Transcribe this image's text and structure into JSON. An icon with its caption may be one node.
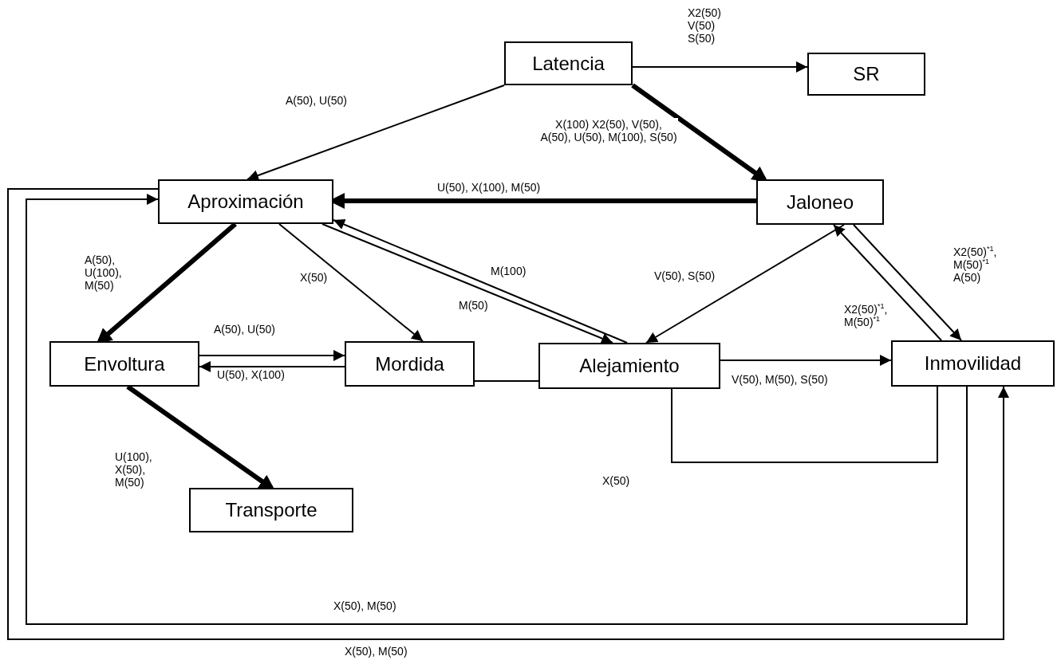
{
  "diagram": {
    "nodes": [
      {
        "text": [
          "Latencia"
        ]
      },
      {
        "text": [
          "SR"
        ]
      },
      {
        "text": [
          "Aproximación"
        ]
      },
      {
        "text": [
          "Jaloneo"
        ]
      },
      {
        "text": [
          "Envoltura"
        ]
      },
      {
        "text": [
          "Mordida"
        ]
      },
      {
        "text": [
          "Alejamiento"
        ]
      },
      {
        "text": [
          "Inmovilidad"
        ]
      },
      {
        "text": [
          "Transporte"
        ]
      }
    ],
    "edges": [
      {
        "from": 0,
        "to": 1,
        "arrow": "to",
        "label": "X2(50) V(50) S(50)"
      },
      {
        "from": 0,
        "to": 2,
        "arrow": "to",
        "label": "A(50), U(50)"
      },
      {
        "from": 0,
        "to": 3,
        "arrow": "to",
        "style": "thick",
        "label": "X(100) X2(50), V(50), A(50), U(50), M(100), S(50)"
      },
      {
        "from": 3,
        "to": 2,
        "arrow": "to",
        "style": "thick",
        "label": "U(50), X(100), M(50)"
      },
      {
        "from": 2,
        "to": 4,
        "arrow": "to",
        "style": "thick",
        "label": "A(50), U(100), M(50)"
      },
      {
        "from": 2,
        "to": 5,
        "arrow": "to",
        "label": "X(50)"
      },
      {
        "from": 6,
        "to": 2,
        "arrow": "to",
        "label": "M(100)"
      },
      {
        "from": 2,
        "to": 6,
        "arrow": "to",
        "label": "M(50)"
      },
      {
        "from": 3,
        "to": 6,
        "arrow": "to",
        "label": "V(50), S(50)"
      },
      {
        "from": 7,
        "to": 3,
        "arrow": "to",
        "label": "X2(50)$^{*1}$, M(50)$^{*1}$"
      },
      {
        "from": 3,
        "to": 7,
        "arrow": "to",
        "label": "X2(50)$^{*1}$, M(50)$^{*1}$ A(50)"
      },
      {
        "from": 4,
        "to": 5,
        "arrow": "to",
        "label": "A(50), U(50)"
      },
      {
        "from": 5,
        "to": 4,
        "arrow": "to",
        "label": "U(50), X(100)"
      },
      {
        "from": 5,
        "to": 6,
        "arrow": "none"
      },
      {
        "from": 6,
        "to": 7,
        "arrow": "to",
        "label": "V(50), M(50), S(50)"
      },
      {
        "from": 6,
        "to": 7,
        "arrow": "none",
        "label": "X(50)"
      },
      {
        "from": 7,
        "to": 2,
        "arrow": "to",
        "label": "X(50), M(50)"
      },
      {
        "from": 2,
        "to": 7,
        "arrow": "to",
        "label": "X(50), M(50)"
      },
      {
        "from": 4,
        "to": 8,
        "arrow": "to",
        "style": "thick",
        "label": "U(100), X(50), M(50)"
      }
    ]
  }
}
